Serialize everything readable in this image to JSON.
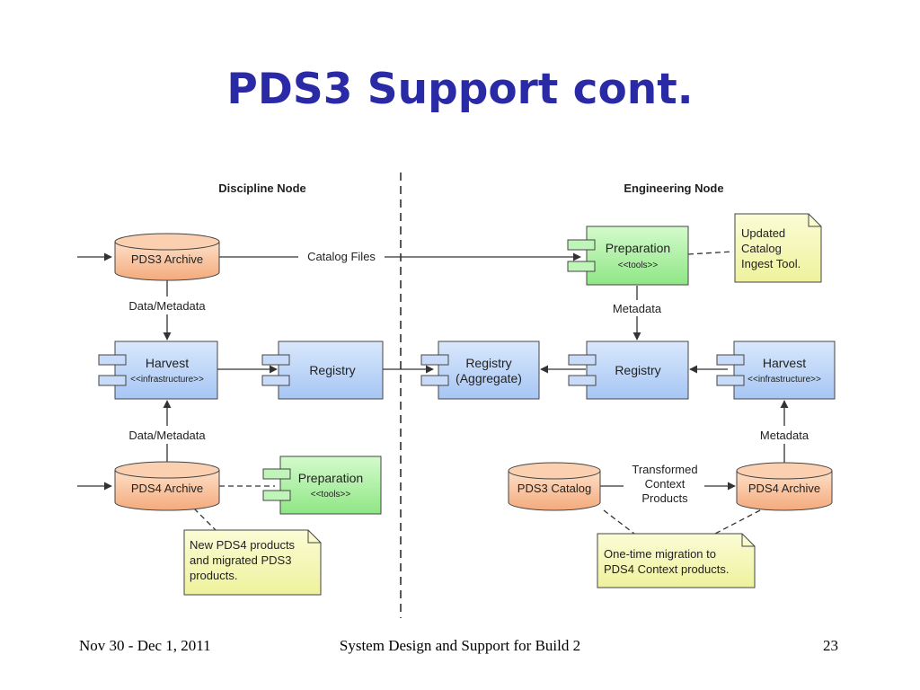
{
  "slide": {
    "title": "PDS3 Support cont.",
    "footer_date": "Nov 30 - Dec 1, 2011",
    "footer_center": "System Design and Support for Build 2",
    "page_number": "23"
  },
  "diagram": {
    "left_header": "Discipline Node",
    "right_header": "Engineering Node",
    "nodes": {
      "left_pds3_archive": "PDS3 Archive",
      "left_pds4_archive": "PDS4 Archive",
      "left_harvest": "Harvest",
      "left_harvest_stereotype": "<<infrastructure>>",
      "left_registry": "Registry",
      "left_preparation": "Preparation",
      "left_preparation_stereotype": "<<tools>>",
      "right_preparation": "Preparation",
      "right_preparation_stereotype": "<<tools>>",
      "registry_aggregate_line1": "Registry",
      "registry_aggregate_line2": "(Aggregate)",
      "right_registry": "Registry",
      "right_harvest": "Harvest",
      "right_harvest_stereotype": "<<infrastructure>>",
      "pds3_catalog": "PDS3 Catalog",
      "right_pds4_archive": "PDS4 Archive"
    },
    "edge_labels": {
      "catalog_files": "Catalog Files",
      "left_data_metadata_top": "Data/Metadata",
      "left_data_metadata_bottom": "Data/Metadata",
      "right_metadata_top": "Metadata",
      "right_metadata_bottom": "Metadata",
      "transformed_line1": "Transformed",
      "transformed_line2": "Context",
      "transformed_line3": "Products"
    },
    "notes": {
      "updated_catalog": [
        "Updated",
        "Catalog",
        "Ingest Tool."
      ],
      "new_pds4": [
        "New PDS4 products",
        "and migrated PDS3",
        "products."
      ],
      "one_time": [
        "One-time migration to",
        "PDS4 Context products."
      ]
    },
    "colors": {
      "title": "#2a2aa6",
      "archive_fill": "#f6b98f",
      "component_fill": "#b8d4f8",
      "preparation_fill": "#a8f0a0",
      "note_fill": "#f5f7b8"
    }
  }
}
